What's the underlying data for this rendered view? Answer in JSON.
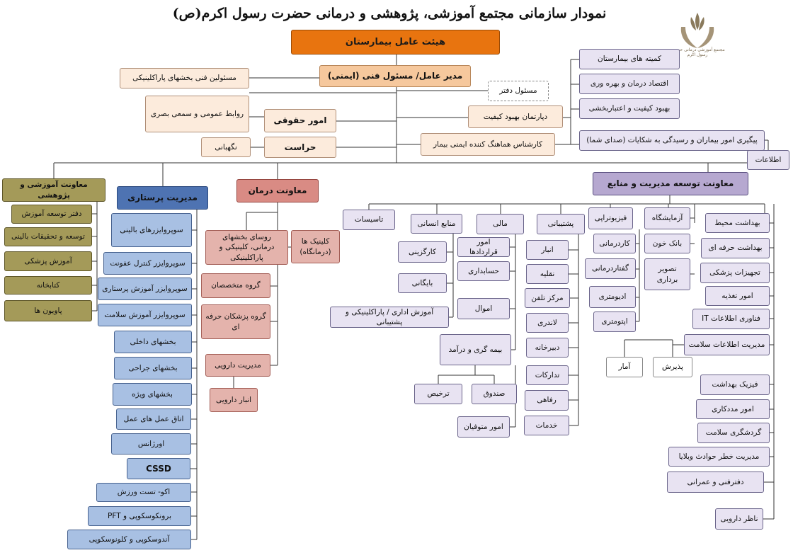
{
  "page": {
    "title": "نمودار سازمانی مجتمع آموزشی، پژوهشی و درمانی حضرت رسول اکرم(ص)",
    "logo_icon": "hands-leaf-logo-icon",
    "logo_caption": "مجتمع آموزشی درمانی حضرت رسول اکرم"
  },
  "colors": {
    "orange": "#e8740f",
    "peach": "#f6c89d",
    "cream": "#fcebdc",
    "lavender": "#e8e3f2",
    "lavender_head": "#b6a8d0",
    "olive": "#a49a59",
    "blue": "#a8c0e3",
    "blue_head": "#4e73b2",
    "rose": "#e4b3ac",
    "rose_head": "#d98b84",
    "line": "#333333"
  },
  "nodes": {
    "board": "هیئت عامل بیمارستان",
    "ceo": "مدیر عامل/ مسئول فنی (ایمنی)",
    "paraclinic_tech": "مسئولین فنی بخشهای پاراکلینیکی",
    "public_relations": "روابط عمومی و سمعی بصری",
    "legal": "امور حقوقی",
    "security": "حراست",
    "guard": "نگهبانی",
    "office_manager": "مسئول دفتر",
    "quality_dept": "دپارتمان بهبود کیفیت",
    "patient_safety": "کارشناس هماهنگ کننده ایمنی بیمار",
    "committees": "کمیته های بیمارستان",
    "economy": "اقتصاد درمان و بهره وری",
    "accreditation": "بهبود کیفیت و اعتباربخشی",
    "complaints": "پیگیری امور بیماران و رسیدگی به شکایات (صدای شما)",
    "information": "اطلاعات",
    "edu_head": "معاونت آموزشی و پژوهشی",
    "edu_items": [
      "دفتر توسعه آموزش",
      "توسعه و تحقیقات بالینی",
      "آموزش پزشکی",
      "کتابخانه",
      "پاویون ها"
    ],
    "nursing_head": "مدیریت پرستاری",
    "nursing_items": [
      "سوپروایزرهای بالینی",
      "سوپروایزر کنترل عفونت",
      "سوپروایزر آموزش پرستاری",
      "سوپروایزر آموزش سلامت",
      "بخشهای داخلی",
      "بخشهای جراحی",
      "بخشهای ویژه",
      "اتاق عمل های عمل",
      "اورژانس",
      "CSSD",
      "اکو- تست ورزش",
      "برونکوسکوپی و PFT",
      "آندوسکوپی و کلونوسکوپی"
    ],
    "treatment_head": "معاونت درمان",
    "treatment_chiefs": "روسای بخشهای درمانی، کلینیکی و پاراکلینیکی",
    "clinics": "کلینیک ها (درمانگاه)",
    "specialists": "گروه متخصصان",
    "paramedical": "گروه پزشکان حرفه ای",
    "pharmacy_mgmt": "مدیریت دارویی",
    "pharmacy_store": "انبار دارویی",
    "resources_head": "معاونت توسعه مدیریت و منابع",
    "facilities": "تاسیسات",
    "hr": "منابع انسانی",
    "hr_items": [
      "کارگزینی",
      "بایگانی"
    ],
    "admin_training": "آموزش اداری / پاراکلینیکی و پشتیبانی",
    "finance": "مالی",
    "finance_items": [
      "امور قراردادها",
      "حسابداری",
      "اموال"
    ],
    "insurance": "بیمه گری و درآمد",
    "discharge": "ترخیص",
    "cashier": "صندوق",
    "deceased": "امور متوفیان",
    "support": "پشتیبانی",
    "support_items": [
      "انبار",
      "نقلیه",
      "مرکز تلفن",
      "لاندری",
      "دبیرخانه",
      "تدارکات",
      "رفاهی",
      "خدمات"
    ],
    "physio": "فیزیوتراپی",
    "lab": "آزمایشگاه",
    "cardio": "کاردرمانی",
    "bloodbank": "بانک خون",
    "speech": "گفتاردرمانی",
    "imaging": "تصویر برداری",
    "audiology": "ادیومتری",
    "optometry": "اپتومتری",
    "env_health": "بهداشت محیط",
    "occ_health": "بهداشت حرفه ای",
    "med_equipment": "تجهیزات پزشکی",
    "nutrition": "امور تغذیه",
    "it": "فناوری اطلاعات IT",
    "him": "مدیریت اطلاعات سلامت",
    "stats": "آمار",
    "admission": "پذیرش",
    "health_physics": "فیزیک بهداشت",
    "social_work": "امور مددکاری",
    "health_tourism": "گردشگری سلامت",
    "disaster": "مدیریت خطر حوادث وبلایا",
    "technical_office": "دفترفنی و عمرانی",
    "drug_supervisor": "ناظر دارویی"
  }
}
